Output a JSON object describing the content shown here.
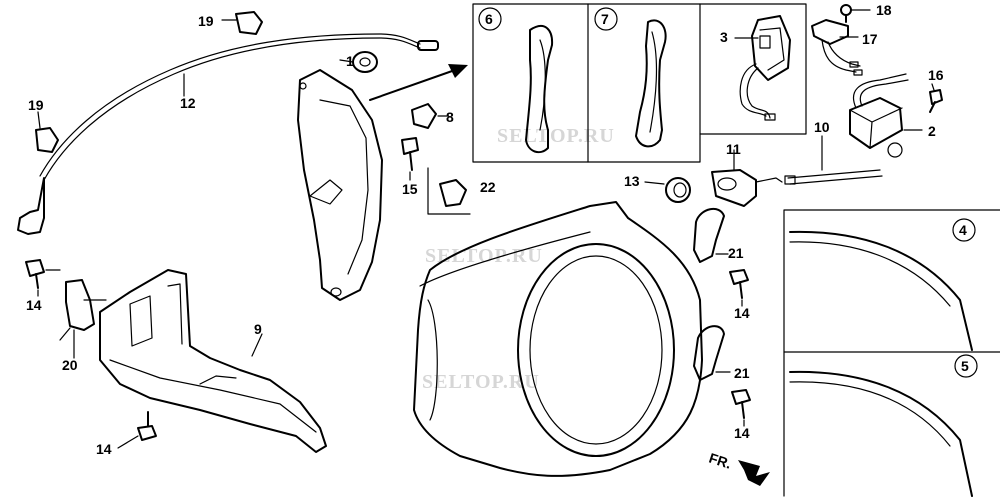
{
  "watermarks": [
    "SELTOP.RU",
    "SELTOP.RU",
    "SELTOP.RU"
  ],
  "inset_labels": [
    "6",
    "7",
    "4",
    "5"
  ],
  "part_labels": [
    "1",
    "2",
    "3",
    "8",
    "9",
    "10",
    "11",
    "12",
    "13",
    "14",
    "14",
    "14",
    "14",
    "15",
    "16",
    "17",
    "18",
    "19",
    "19",
    "20",
    "21",
    "21",
    "22"
  ],
  "front_label": "FR."
}
